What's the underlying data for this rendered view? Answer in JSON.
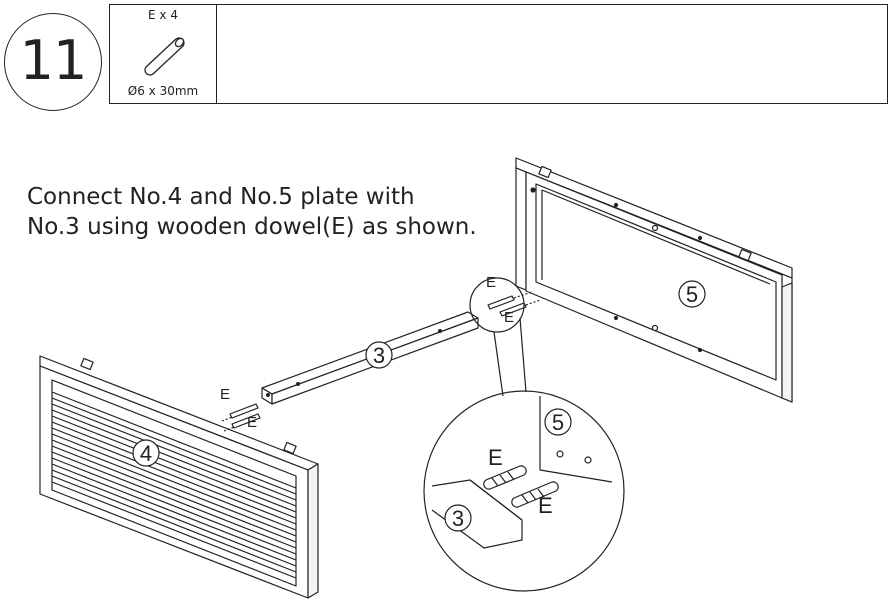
{
  "step": {
    "number": "11"
  },
  "parts": [
    {
      "letter": "E",
      "quantity": "E x 4",
      "size": "Ø6 x 30mm",
      "icon": "wooden-dowel-icon"
    }
  ],
  "instruction": {
    "lines": [
      "Connect No.4 and No.5 plate with",
      "No.3 using wooden dowel(E) as shown."
    ]
  },
  "diagram": {
    "panel_labels": [
      "4",
      "3",
      "5"
    ],
    "dowel_label": "E",
    "detail_labels": [
      "5",
      "3"
    ]
  }
}
